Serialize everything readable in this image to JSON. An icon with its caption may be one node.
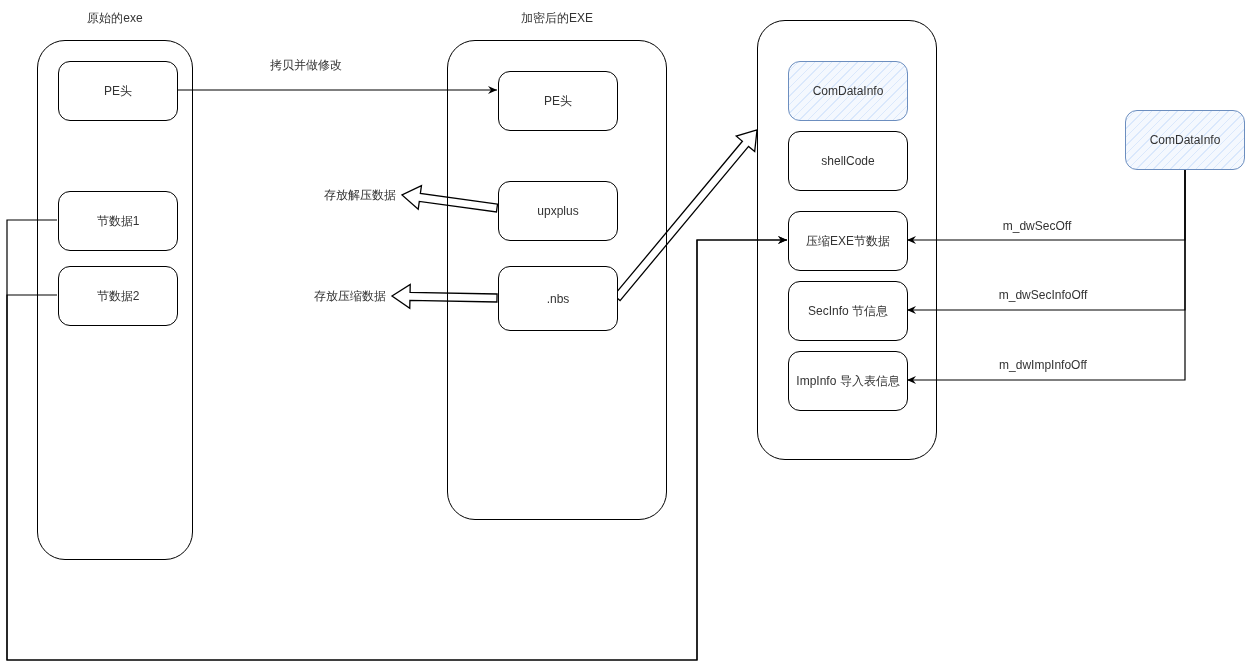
{
  "diagram": {
    "nodes": [
      {
        "text": [
          "原始的exe"
        ]
      },
      {
        "text": [
          "PE头"
        ],
        "in": 0
      },
      {
        "text": [
          "节数据1"
        ],
        "in": 0
      },
      {
        "text": [
          "节数据2"
        ],
        "in": 0
      },
      {
        "text": [
          "加密后的EXE"
        ]
      },
      {
        "text": [
          "PE头"
        ],
        "in": 4
      },
      {
        "text": [
          "upxplus"
        ],
        "in": 4
      },
      {
        "text": [
          ".nbs"
        ],
        "in": 4
      },
      {
        "text": [],
        "shape": "box"
      },
      {
        "text": [
          "ComDataInfo"
        ],
        "in": 8
      },
      {
        "text": [
          "shellCode"
        ],
        "in": 8
      },
      {
        "text": [
          "压缩EXE节数据"
        ],
        "in": 8
      },
      {
        "text": [
          "SecInfo 节信息"
        ],
        "in": 8
      },
      {
        "text": [
          "ImpInfo 导入表信息"
        ],
        "in": 8
      },
      {
        "text": [
          "ComDataInfo"
        ]
      },
      {
        "text": [
          "存放解压数据"
        ]
      },
      {
        "text": [
          "存放压缩数据"
        ]
      }
    ],
    "edges": [
      {
        "from": 1,
        "to": 5,
        "arrow": "to",
        "label": "拷贝并做修改"
      },
      {
        "from": 6,
        "to": 15,
        "arrow": "to",
        "style": "thick"
      },
      {
        "from": 7,
        "to": 16,
        "arrow": "to",
        "style": "thick"
      },
      {
        "from": 7,
        "to": 8,
        "arrow": "to",
        "style": "thick"
      },
      {
        "from": 2,
        "to": 11,
        "arrow": "to"
      },
      {
        "from": 3,
        "to": 11,
        "arrow": "to"
      },
      {
        "from": 14,
        "to": 11,
        "arrow": "to",
        "label": "m_dwSecOff"
      },
      {
        "from": 14,
        "to": 12,
        "arrow": "to",
        "label": "m_dwSecInfoOff"
      },
      {
        "from": 14,
        "to": 13,
        "arrow": "to",
        "label": "m_dwImpInfoOff"
      }
    ]
  }
}
